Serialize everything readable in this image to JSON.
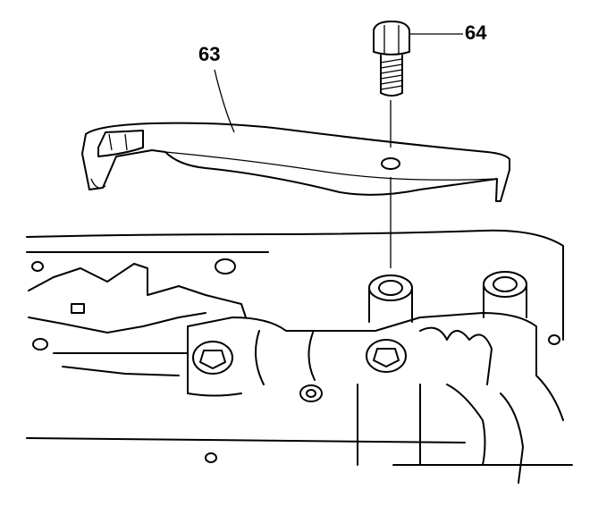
{
  "diagram": {
    "callouts": [
      {
        "id": "63",
        "label": "63",
        "part": "bracket"
      },
      {
        "id": "64",
        "label": "64",
        "part": "bolt"
      }
    ],
    "line_color": "#000000",
    "background": "#ffffff"
  }
}
